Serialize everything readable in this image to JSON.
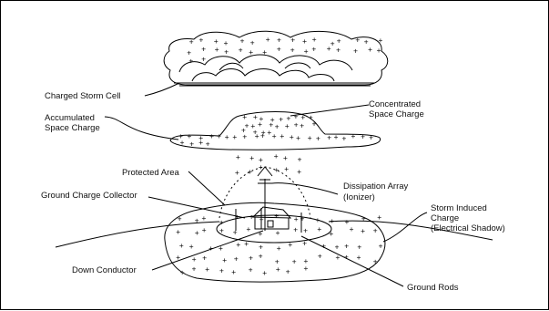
{
  "labels": {
    "charged_storm_cell": "Charged Storm Cell",
    "concentrated_space_charge": [
      "Concentrated",
      "Space Charge"
    ],
    "accumulated_space_charge": [
      "Accumulated",
      "Space Charge"
    ],
    "protected_area": "Protected Area",
    "dissipation_array": [
      "Dissipation Array",
      "(Ionizer)"
    ],
    "ground_charge_collector": "Ground Charge Collector",
    "storm_induced_charge": [
      "Storm Induced",
      "Charge",
      "(Electrical Shadow)"
    ],
    "down_conductor": "Down Conductor",
    "ground_rods": "Ground Rods"
  },
  "charge_symbol": "+"
}
